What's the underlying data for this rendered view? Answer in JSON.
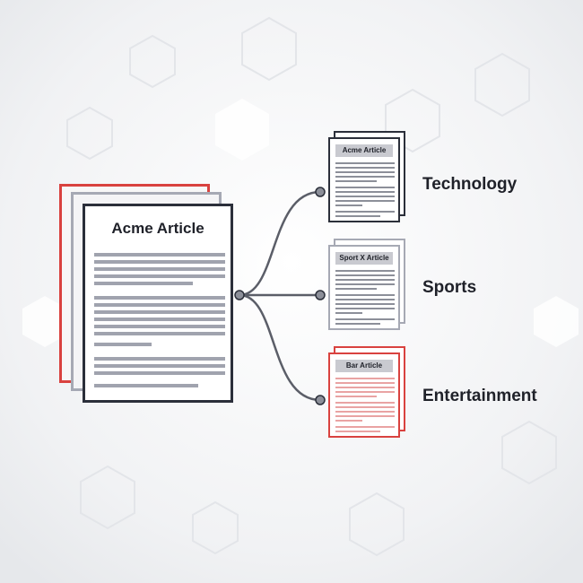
{
  "main_document": {
    "title": "Acme Article"
  },
  "categories": [
    {
      "article_title": "Acme Article",
      "label": "Technology"
    },
    {
      "article_title": "Sport X Article",
      "label": "Sports"
    },
    {
      "article_title": "Bar Article",
      "label": "Entertainment"
    }
  ],
  "colors": {
    "accent_red": "#d9423f",
    "gray": "#a6a9b4",
    "dark": "#2b2f3a"
  }
}
